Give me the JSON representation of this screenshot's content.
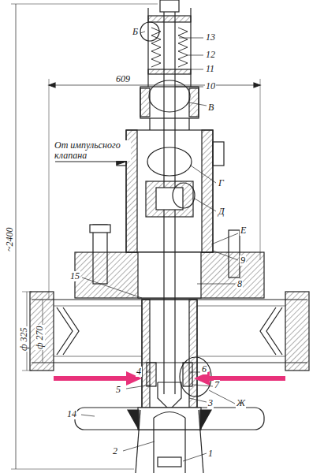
{
  "diagram": {
    "labels": [
      "Б",
      "13",
      "12",
      "11",
      "10",
      "В",
      "609",
      "От импульсного клапана",
      "Г",
      "Д",
      "Е",
      "9",
      "8",
      "15",
      "ф 325",
      "ф 270",
      "4",
      "6",
      "5",
      "7",
      "3",
      "Ж",
      "14",
      "2",
      "1",
      "~2400"
    ]
  }
}
